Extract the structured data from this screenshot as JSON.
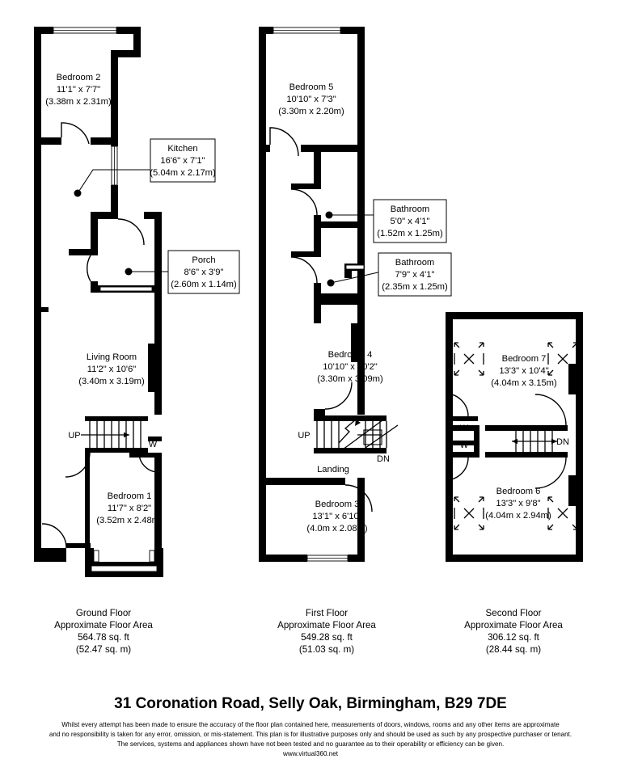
{
  "document": {
    "title": "31 Coronation Road, Selly Oak, Birmingham, B29 7DE",
    "disclaimer_line1": "Whilst every attempt has been made to ensure the accuracy of the floor plan contained here, measurements of doors, windows, rooms and any other items are approximate",
    "disclaimer_line2": "and no responsibility is taken for any error, omission, or mis-statement. This plan is for illustrative purposes only and should be used as such by any prospective purchaser or tenant.",
    "disclaimer_line3": "The services, systems and appliances shown have not been tested and no guarantee as to their operability or efficiency can be given.",
    "website": "www.virtual360.net"
  },
  "floors": [
    {
      "id": "ground",
      "caption_name": "Ground Floor",
      "caption_area_label": "Approximate Floor Area",
      "caption_sqft": "564.78 sq. ft",
      "caption_sqm": "(52.47 sq. m)",
      "rooms": [
        {
          "name": "Bedroom 2",
          "imperial": "11'1\" x 7'7\"",
          "metric": "(3.38m x 2.31m)"
        },
        {
          "name": "Kitchen",
          "imperial": "16'6\" x 7'1\"",
          "metric": "(5.04m x 2.17m)"
        },
        {
          "name": "Porch",
          "imperial": "8'6\" x 3'9\"",
          "metric": "(2.60m x 1.14m)"
        },
        {
          "name": "Living Room",
          "imperial": "11'2\" x 10'6\"",
          "metric": "(3.40m x 3.19m)"
        },
        {
          "name": "Bedroom 1",
          "imperial": "11'7\" x 8'2\"",
          "metric": "(3.52m x 2.48m)"
        }
      ],
      "markers": [
        {
          "id": "stair-up",
          "label": "UP"
        },
        {
          "id": "cupboard-w",
          "label": "W"
        }
      ]
    },
    {
      "id": "first",
      "caption_name": "First Floor",
      "caption_area_label": "Approximate Floor Area",
      "caption_sqft": "549.28 sq. ft",
      "caption_sqm": "(51.03 sq. m)",
      "rooms": [
        {
          "name": "Bedroom 5",
          "imperial": "10'10\" x 7'3\"",
          "metric": "(3.30m x 2.20m)"
        },
        {
          "name": "Bathroom",
          "imperial": "5'0\" x 4'1\"",
          "metric": "(1.52m x 1.25m)"
        },
        {
          "name": "Bathroom",
          "imperial": "7'9\" x 4'1\"",
          "metric": "(2.35m x 1.25m)"
        },
        {
          "name": "Bedroom 4",
          "imperial": "10'10\" x 10'2\"",
          "metric": "(3.30m x 3.09m)"
        },
        {
          "name": "Landing",
          "imperial": "",
          "metric": ""
        },
        {
          "name": "Bedroom 3",
          "imperial": "13'1\" x 6'10\"",
          "metric": "(4.0m x 2.08m)"
        }
      ],
      "markers": [
        {
          "id": "stair-up",
          "label": "UP"
        },
        {
          "id": "stair-dn",
          "label": "DN"
        }
      ]
    },
    {
      "id": "second",
      "caption_name": "Second Floor",
      "caption_area_label": "Approximate Floor Area",
      "caption_sqft": "306.12 sq. ft",
      "caption_sqm": "(28.44 sq. m)",
      "rooms": [
        {
          "name": "Bedroom 7",
          "imperial": "13'3\" x 10'4\"",
          "metric": "(4.04m x 3.15m)"
        },
        {
          "name": "Bedroom 6",
          "imperial": "13'3\" x 9'8\"",
          "metric": "(4.04m x 2.94m)"
        }
      ],
      "markers": [
        {
          "id": "cupboard-w-upper",
          "label": "W"
        },
        {
          "id": "cupboard-w-lower",
          "label": "W"
        },
        {
          "id": "stair-dn",
          "label": "DN"
        },
        {
          "id": "velux-symbol",
          "label": "X"
        }
      ]
    }
  ],
  "colors": {
    "wall": "#000000",
    "background": "#ffffff",
    "text": "#000000"
  }
}
